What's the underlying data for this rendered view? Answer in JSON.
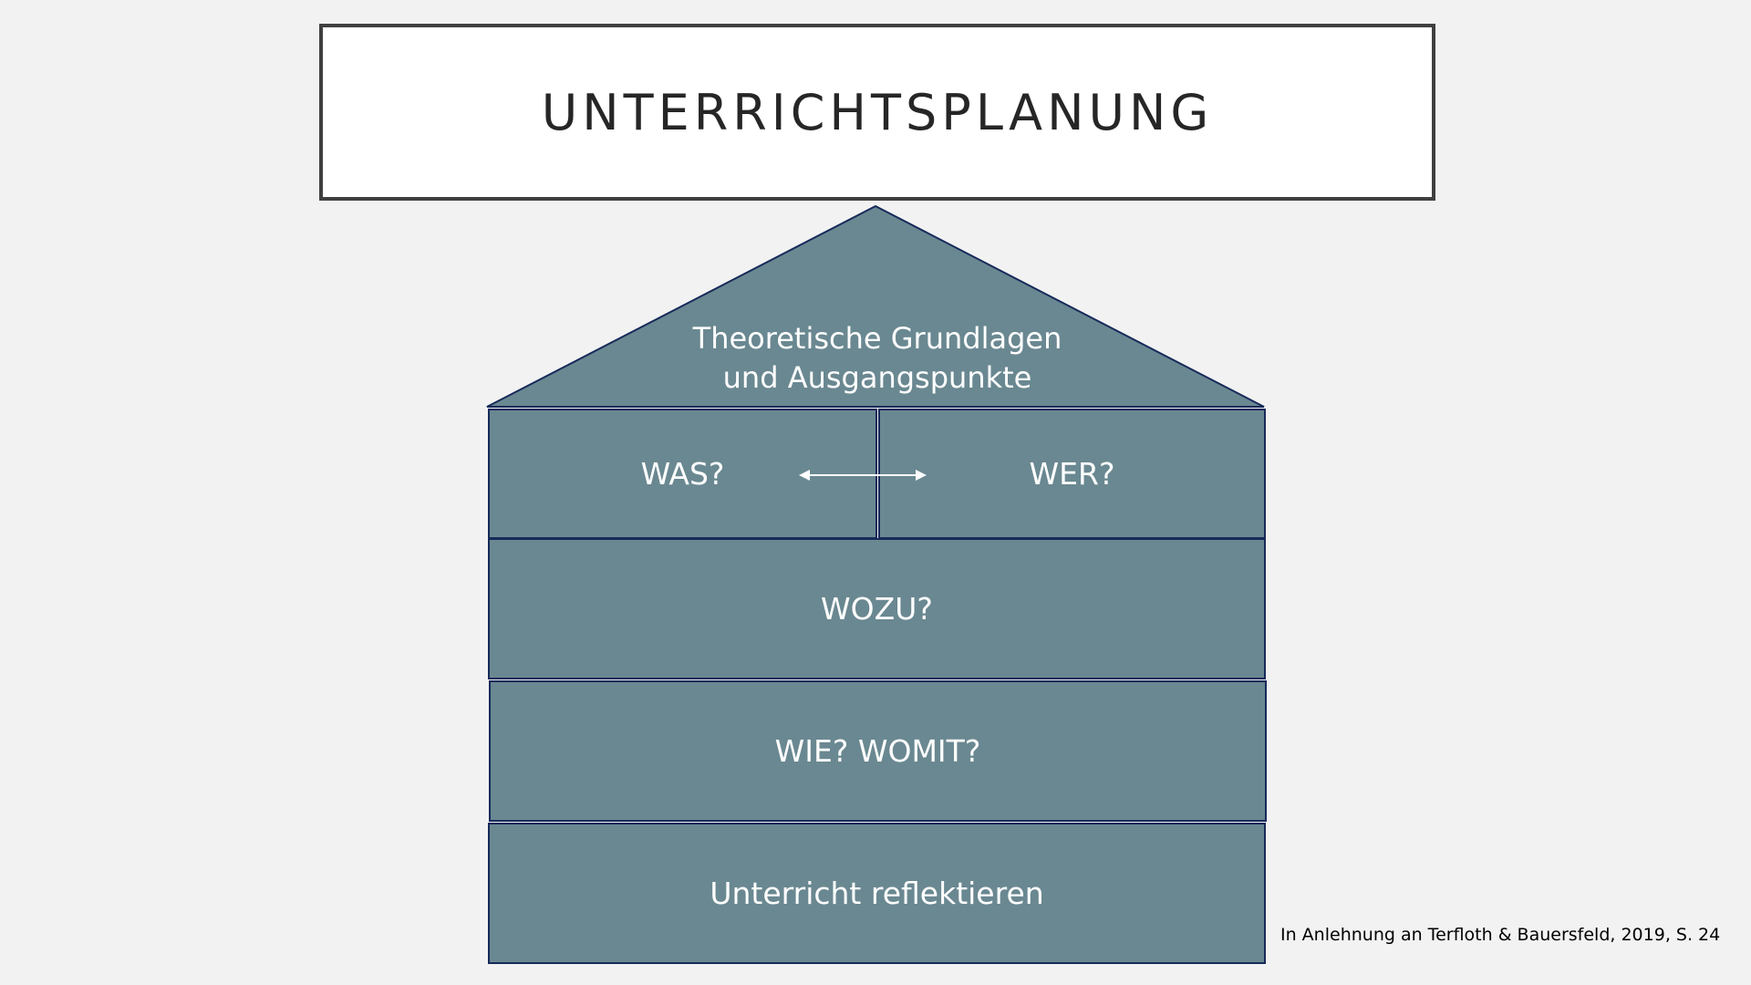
{
  "slide": {
    "title": "UNTERRICHTSPLANUNG",
    "source_note": "In Anlehnung an Terfloth & Bauersfeld, 2019, S. 24"
  },
  "house": {
    "roof": {
      "line1": "Theoretische Grundlagen",
      "line2": "und Ausgangspunkte"
    },
    "was": "WAS?",
    "wer": "WER?",
    "wozu": "WOZU?",
    "wie_womit": "WIE? WOMIT?",
    "reflektieren": "Unterricht reflektieren"
  },
  "colors": {
    "background": "#f2f2f2",
    "block_fill": "#6a8891",
    "block_border": "#172a5a",
    "title_border": "#404040",
    "text_light": "#ffffff"
  },
  "icons": {
    "bidirectional_arrow": "double-headed-arrow"
  }
}
